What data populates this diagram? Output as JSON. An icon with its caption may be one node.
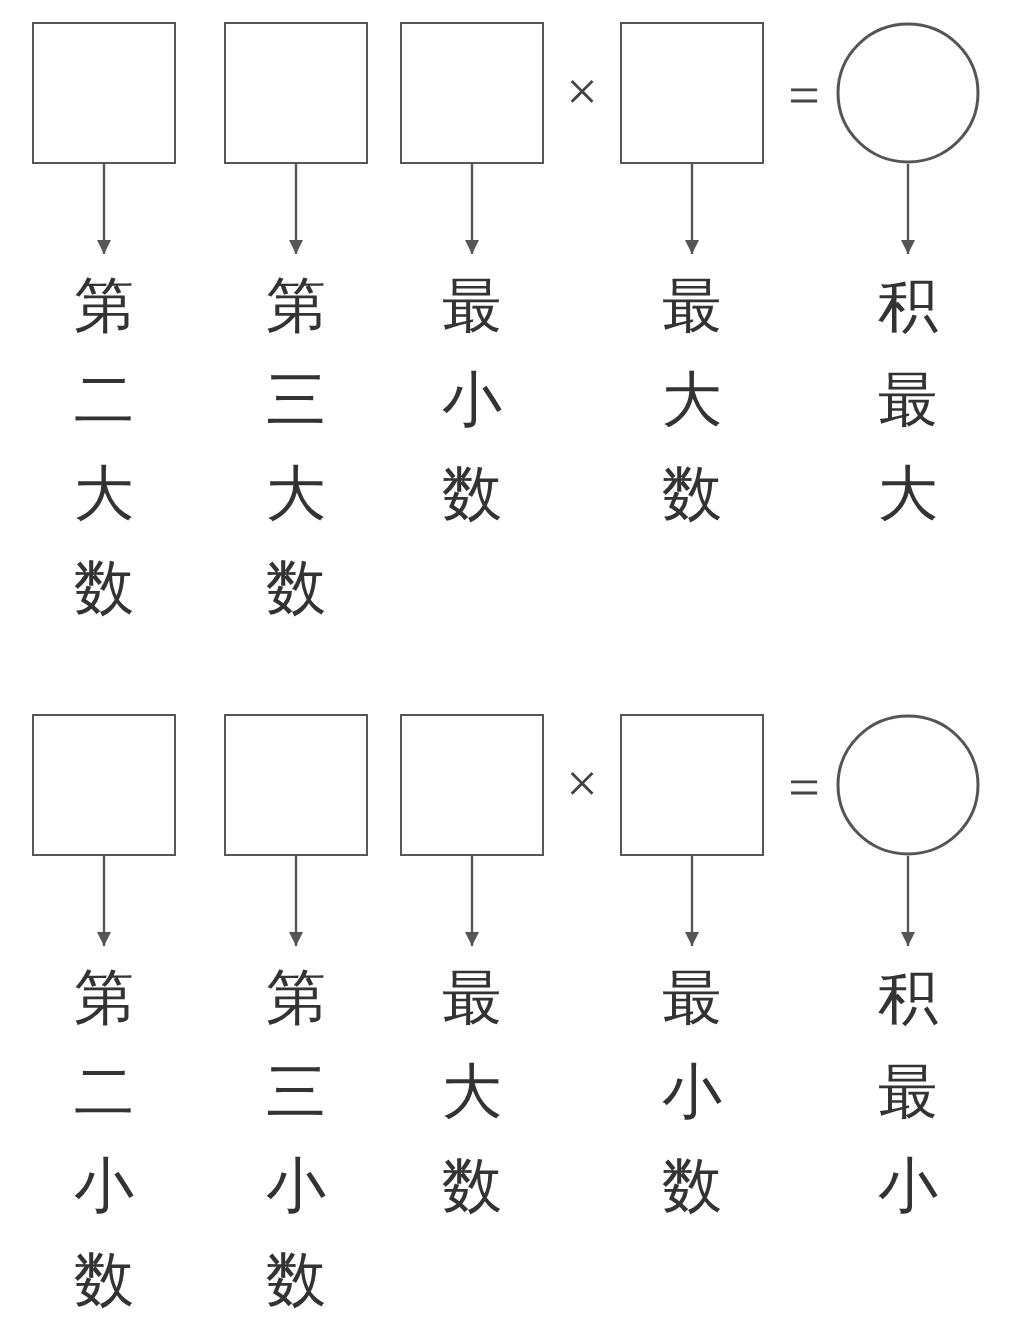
{
  "diagram": {
    "nodes": [
      {
        "text": [],
        "shape": "box"
      },
      {
        "text": [],
        "shape": "box"
      },
      {
        "text": [],
        "shape": "box"
      },
      {
        "text": [],
        "shape": "box"
      },
      {
        "text": [],
        "shape": "circle"
      },
      {
        "text": [
          "第二大数"
        ]
      },
      {
        "text": [
          "第三大数"
        ]
      },
      {
        "text": [
          "最小数"
        ]
      },
      {
        "text": [
          "最大数"
        ]
      },
      {
        "text": [
          "积最大"
        ]
      },
      {
        "text": [],
        "shape": "box"
      },
      {
        "text": [],
        "shape": "box"
      },
      {
        "text": [],
        "shape": "box"
      },
      {
        "text": [],
        "shape": "box"
      },
      {
        "text": [],
        "shape": "circle"
      },
      {
        "text": [
          "第二小数"
        ]
      },
      {
        "text": [
          "第三小数"
        ]
      },
      {
        "text": [
          "最大数"
        ]
      },
      {
        "text": [
          "最小数"
        ]
      },
      {
        "text": [
          "积最小"
        ]
      }
    ],
    "edges": [
      {
        "from": 0,
        "to": 5,
        "arrow": "to"
      },
      {
        "from": 1,
        "to": 6,
        "arrow": "to"
      },
      {
        "from": 2,
        "to": 7,
        "arrow": "to"
      },
      {
        "from": 3,
        "to": 8,
        "arrow": "to"
      },
      {
        "from": 4,
        "to": 9,
        "arrow": "to"
      },
      {
        "from": 10,
        "to": 15,
        "arrow": "to"
      },
      {
        "from": 11,
        "to": 16,
        "arrow": "to"
      },
      {
        "from": 12,
        "to": 17,
        "arrow": "to"
      },
      {
        "from": 13,
        "to": 18,
        "arrow": "to"
      },
      {
        "from": 14,
        "to": 19,
        "arrow": "to"
      }
    ],
    "labels": [
      "×",
      "=",
      "×",
      "="
    ]
  }
}
